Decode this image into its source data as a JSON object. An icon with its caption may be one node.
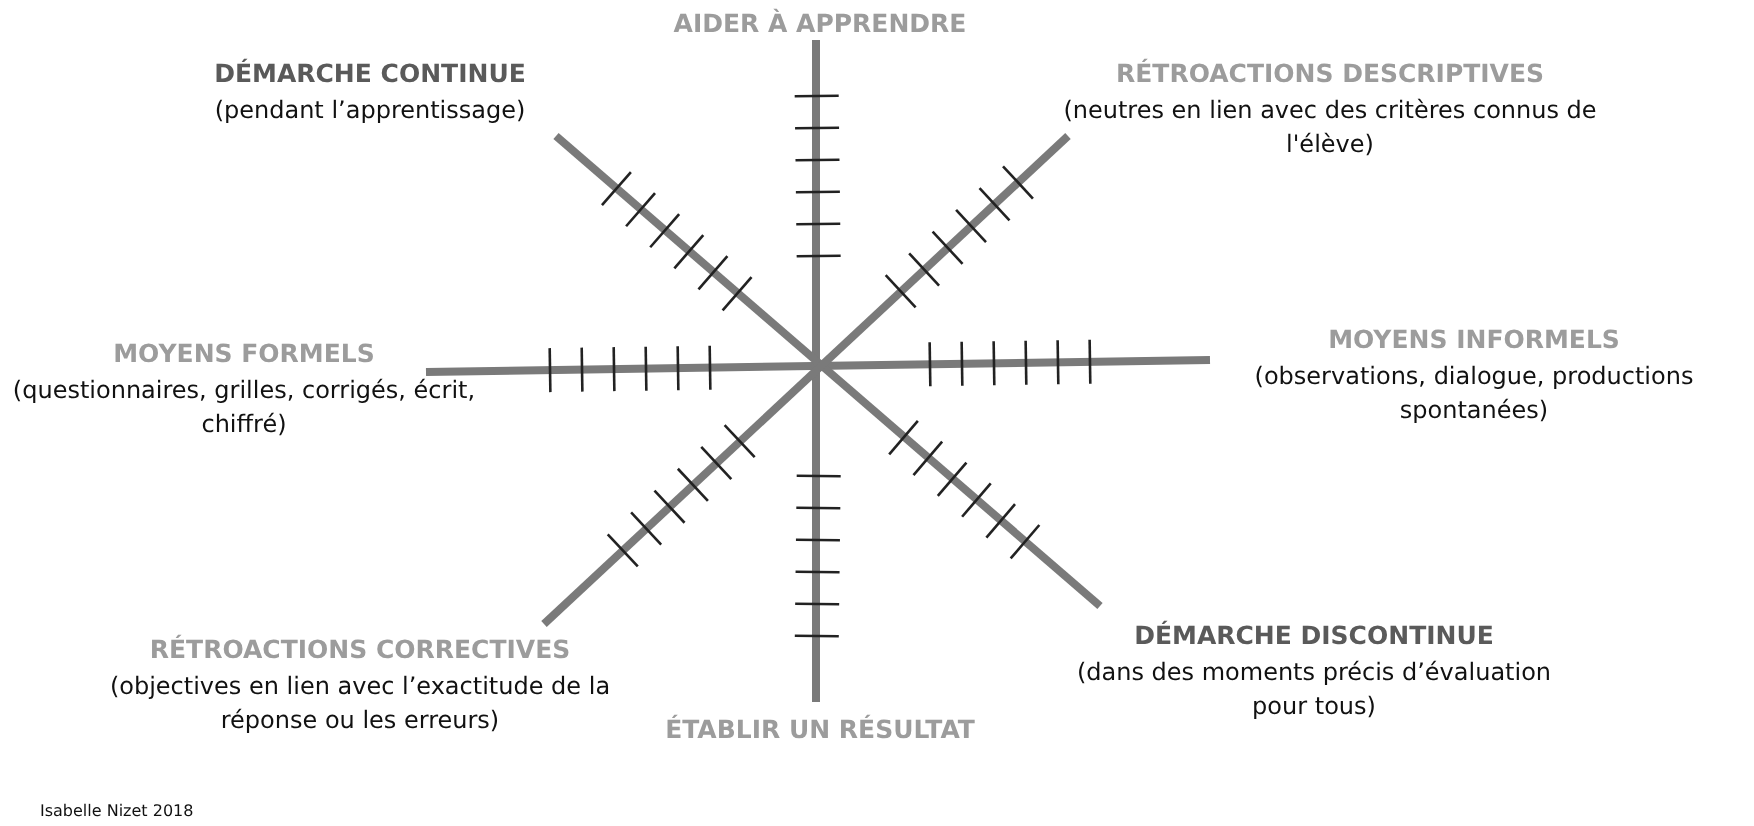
{
  "diagram": {
    "labels": [
      "AIDER À APPRENDRE",
      "DÉMARCHE CONTINUE",
      "(pendant l’apprentissage)",
      "RÉTROACTIONS DESCRIPTIVES",
      "(neutres en lien avec des critères connus de l'élève)",
      "MOYENS FORMELS",
      "(questionnaires, grilles, corrigés, écrit, chiffré)",
      "MOYENS INFORMELS",
      "(observations, dialogue, productions spontanées)",
      "RÉTROACTIONS CORRECTIVES",
      "(objectives en lien avec l’exactitude de la réponse ou les erreurs)",
      "DÉMARCHE DISCONTINUE",
      "(dans des moments précis d’évaluation pour tous)",
      "ÉTABLIR UN RÉSULTAT",
      "Isabelle Nizet 2018"
    ]
  }
}
